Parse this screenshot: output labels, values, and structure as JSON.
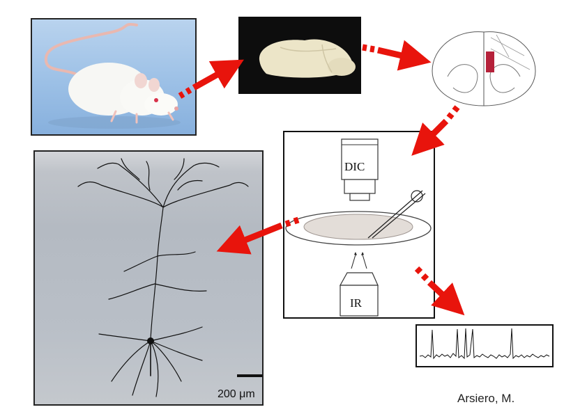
{
  "rig": {
    "objective_top_label": "DIC",
    "objective_bottom_label": "IR"
  },
  "neuron": {
    "scale_bar_label": "200 μm"
  },
  "credit": "Arsiero, M.",
  "colors": {
    "arrow": "#e8140c",
    "cortex_slice": "#b5213a",
    "frame": "#111111"
  }
}
